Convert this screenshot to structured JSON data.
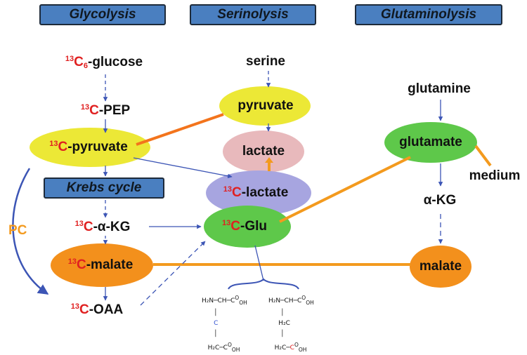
{
  "headers": {
    "glycolysis": "Glycolysis",
    "serinolysis": "Serinolysis",
    "glutaminolysis": "Glutaminolysis",
    "krebs": "Krebs cycle"
  },
  "glycolysis": {
    "glucose_iso": "13",
    "glucose_c": "C",
    "glucose_sub": "6",
    "glucose_rest": "-glucose",
    "pep_iso": "13",
    "pep_c": "C",
    "pep_rest": "-PEP",
    "pyruvate_iso": "13",
    "pyruvate_c": "C",
    "pyruvate_rest": "-pyruvate"
  },
  "krebs": {
    "akg_iso": "13",
    "akg_c": "C",
    "akg_rest": "-α-KG",
    "malate_iso": "13",
    "malate_c": "C",
    "malate_rest": "-malate",
    "oaa_iso": "13",
    "oaa_c": "C",
    "oaa_rest": "-OAA",
    "pc_label": "PC"
  },
  "serinolysis": {
    "serine": "serine",
    "pyruvate": "pyruvate",
    "lactate": "lactate",
    "lactate13_iso": "13",
    "lactate13_c": "C",
    "lactate13_rest": "-lactate",
    "glu_iso": "13",
    "glu_c": "C",
    "glu_rest": "-Glu"
  },
  "glutaminolysis": {
    "glutamine": "glutamine",
    "glutamate": "glutamate",
    "medium": "medium",
    "akg": "α-KG",
    "malate": "malate"
  },
  "colors": {
    "header_fill": "#4a7fc0",
    "yellow": "#ece836",
    "pink": "#e8b9bc",
    "lavender": "#a7a5e0",
    "green": "#5ec84a",
    "orange": "#f3901c",
    "arrow_blue": "#3c55b5",
    "isotope_red": "#e02020"
  }
}
